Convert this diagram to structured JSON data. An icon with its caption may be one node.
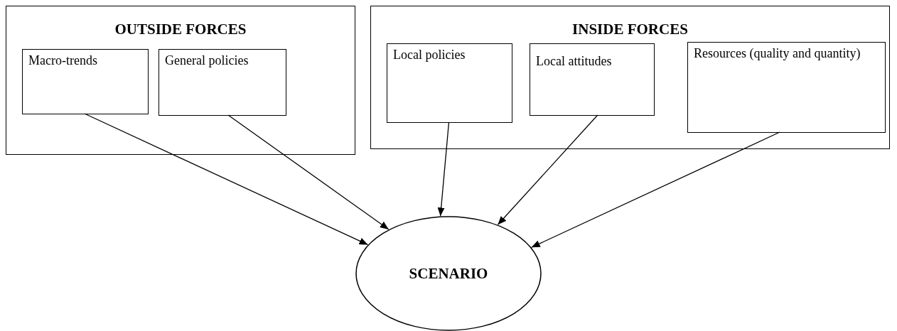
{
  "diagram": {
    "nodes": [
      {
        "text": [
          "OUTSIDE FORCES"
        ]
      },
      {
        "text": [
          "Macro-trends"
        ],
        "in": 0
      },
      {
        "text": [
          "General policies"
        ],
        "in": 0
      },
      {
        "text": [
          "INSIDE FORCES"
        ]
      },
      {
        "text": [
          "Local policies"
        ],
        "in": 3
      },
      {
        "text": [
          "Local attitudes"
        ],
        "in": 3
      },
      {
        "text": [
          "Resources (quality and quantity)"
        ],
        "in": 3
      },
      {
        "text": [
          "SCENARIO"
        ]
      }
    ],
    "edges": [
      {
        "from": 1,
        "to": 7,
        "arrow": "to"
      },
      {
        "from": 2,
        "to": 7,
        "arrow": "to"
      },
      {
        "from": 4,
        "to": 7,
        "arrow": "to"
      },
      {
        "from": 5,
        "to": 7,
        "arrow": "to"
      },
      {
        "from": 6,
        "to": 7,
        "arrow": "to"
      }
    ]
  }
}
